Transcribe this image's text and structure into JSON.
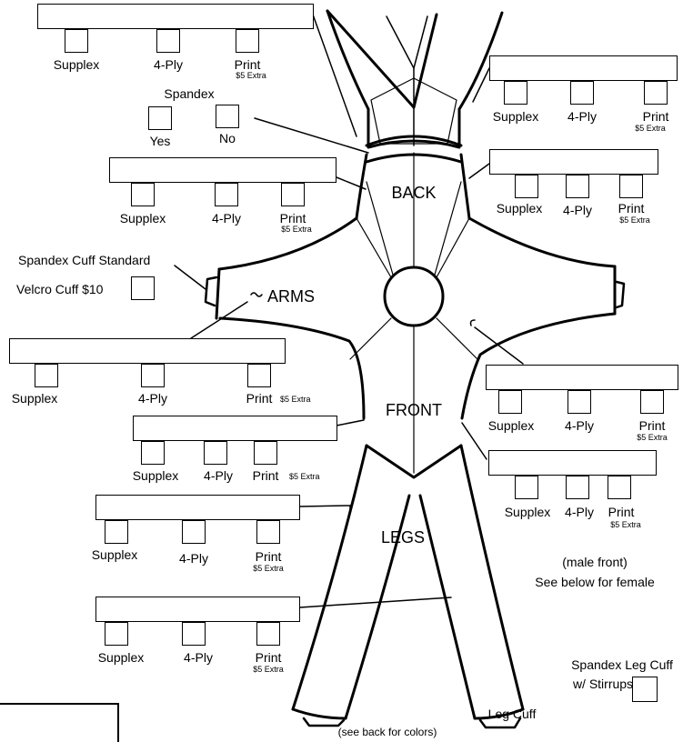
{
  "fabric": {
    "supplex": "Supplex",
    "four_ply": "4-Ply",
    "print": "Print",
    "print_extra": "$5 Extra"
  },
  "spandex": {
    "title": "Spandex",
    "yes": "Yes",
    "no": "No"
  },
  "arms": {
    "label": "ARMS",
    "spandex_cuff_standard": "Spandex Cuff Standard",
    "velcro_cuff": "Velcro Cuff  $10"
  },
  "body_regions": {
    "back": "BACK",
    "front": "FRONT",
    "legs": "LEGS"
  },
  "notes": {
    "male_front": "(male front)",
    "see_female": "See below for female",
    "spandex_leg_cuff": "Spandex Leg Cuff",
    "with_stirrups": "w/ Stirrups",
    "leg_cuff": "Leg Cuff",
    "see_back_colors": "(see back for colors)"
  }
}
